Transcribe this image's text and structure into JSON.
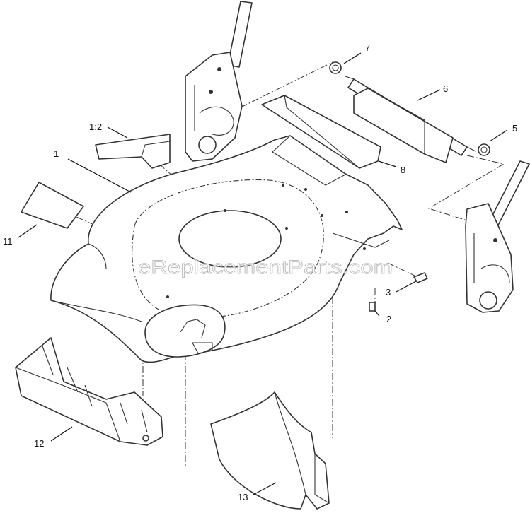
{
  "watermark": "eReplacementParts.com",
  "callouts": [
    {
      "id": "1",
      "label": "1"
    },
    {
      "id": "1-2",
      "label": "1:2"
    },
    {
      "id": "2",
      "label": "2"
    },
    {
      "id": "3",
      "label": "3"
    },
    {
      "id": "5",
      "label": "5"
    },
    {
      "id": "6",
      "label": "6"
    },
    {
      "id": "7",
      "label": "7"
    },
    {
      "id": "8",
      "label": "8"
    },
    {
      "id": "11",
      "label": "11"
    },
    {
      "id": "12",
      "label": "12"
    },
    {
      "id": "13",
      "label": "13"
    }
  ]
}
